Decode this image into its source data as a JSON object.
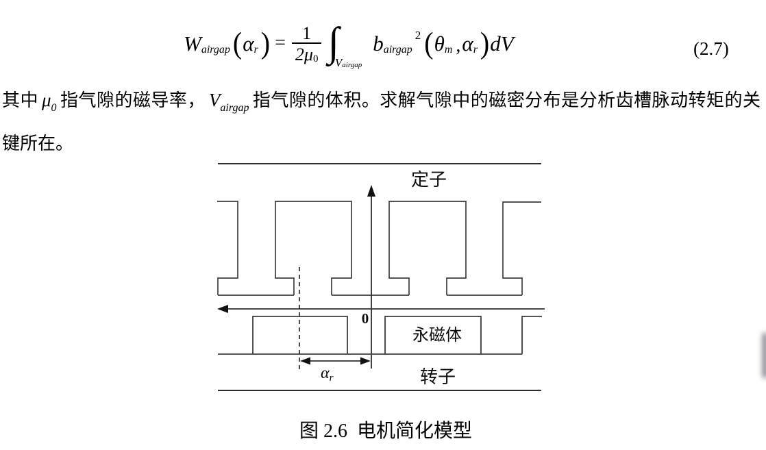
{
  "page": {
    "background": "#ffffff",
    "ink": "#000000",
    "line_color": "#3d3d3d"
  },
  "equation": {
    "number": "(2.7)",
    "lhs": {
      "base": "W",
      "sub": "airgap"
    },
    "arg": {
      "open": "(",
      "var": "α",
      "var_sub": "r",
      "close": ")"
    },
    "rel": "=",
    "fraction": {
      "numerator": "1",
      "denominator": "2μ",
      "denominator_sub": "0"
    },
    "integral": {
      "sign": "∫",
      "domain_base": "V",
      "domain_sub": "airgap"
    },
    "integrand": {
      "base": "b",
      "sub": "airgap",
      "sup": "2",
      "open": "(",
      "var1": "θ",
      "var1_sub": "m",
      "comma": ",",
      "var2": "α",
      "var2_sub": "r",
      "close": ")",
      "differential": "dV"
    }
  },
  "paragraph": {
    "seg1": "其中",
    "mu_base": "μ",
    "mu_sub": "0",
    "seg2": "指气隙的磁导率，",
    "v_base": "V",
    "v_sub": "airgap",
    "seg3": "指气隙的体积。求解气隙中的磁密分布是分析齿槽脉动转矩的关键所在。"
  },
  "figure": {
    "stator_label": "定子",
    "rotor_label": "转子",
    "magnet_label": "永磁体",
    "origin_label": "0",
    "offset_label": {
      "base": "α",
      "sub": "r"
    }
  },
  "caption": "图 2.6  电机简化模型"
}
